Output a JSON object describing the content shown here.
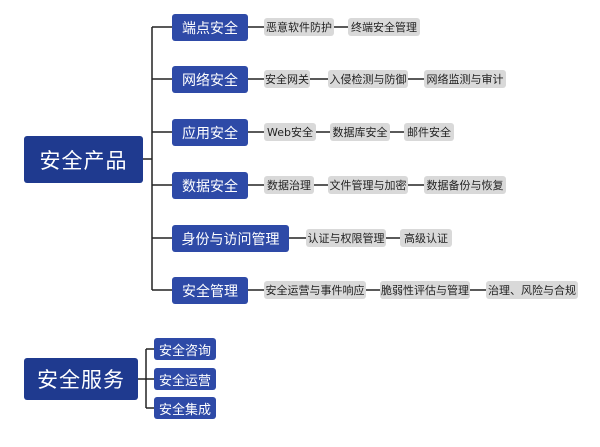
{
  "products": {
    "label": "安全产品",
    "branches": [
      {
        "label": "端点安全",
        "items": [
          "恶意软件防护",
          "终端安全管理"
        ]
      },
      {
        "label": "网络安全",
        "items": [
          "安全网关",
          "入侵检测与防御",
          "网络监测与审计"
        ]
      },
      {
        "label": "应用安全",
        "items": [
          "Web安全",
          "数据库安全",
          "邮件安全"
        ]
      },
      {
        "label": "数据安全",
        "items": [
          "数据治理",
          "文件管理与加密",
          "数据备份与恢复"
        ]
      },
      {
        "label": "身份与访问管理",
        "items": [
          "认证与权限管理",
          "高级认证"
        ]
      },
      {
        "label": "安全管理",
        "items": [
          "安全运营与事件响应",
          "脆弱性评估与管理",
          "治理、风险与合规"
        ]
      }
    ]
  },
  "services": {
    "label": "安全服务",
    "items": [
      "安全咨询",
      "安全运营",
      "安全集成"
    ]
  },
  "colors": {
    "root": "#1f3a8f",
    "branch": "#2e4aa7",
    "leaf": "#d9d9d9",
    "line": "#222222"
  }
}
